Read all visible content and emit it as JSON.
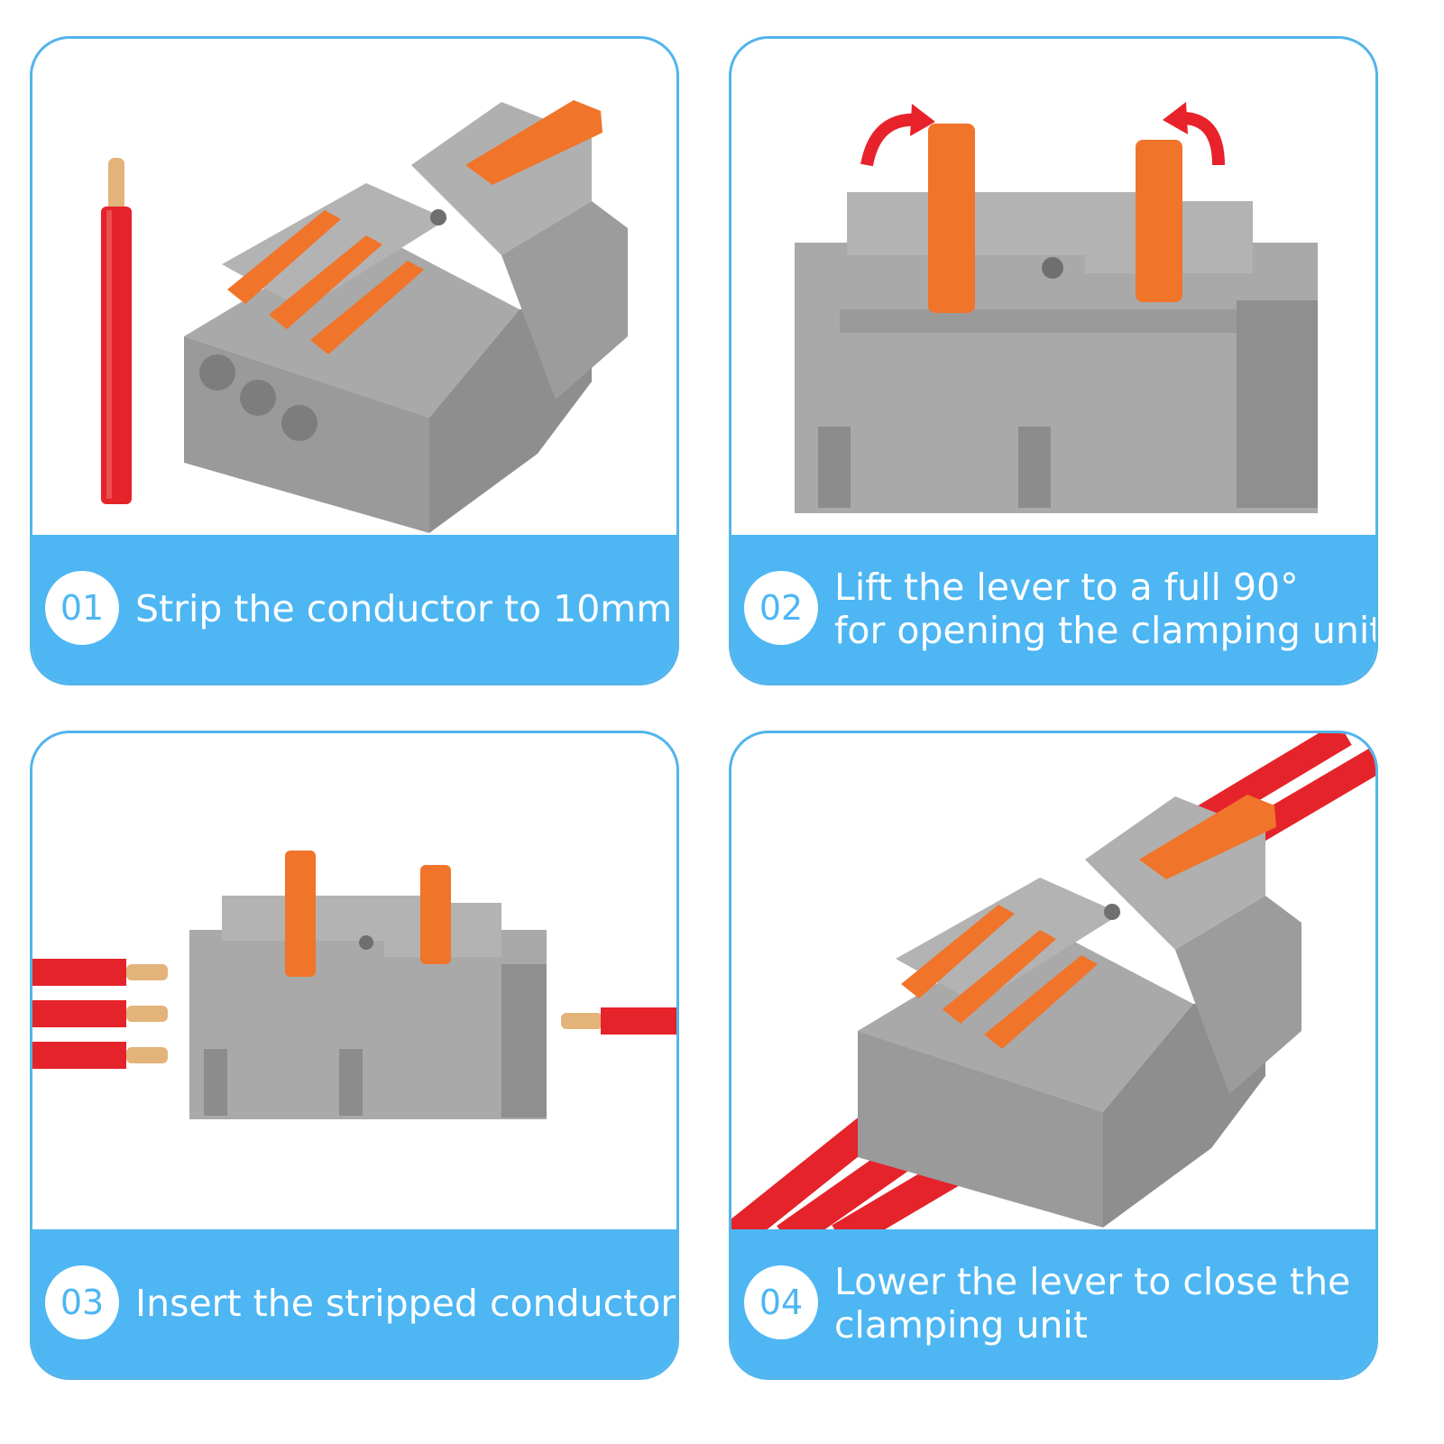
{
  "steps": [
    {
      "number": "01",
      "line1": "Strip the conductor to 10mm",
      "line2": ""
    },
    {
      "number": "02",
      "line1": "Lift the lever to a full 90°",
      "line2": "for opening the clamping unit"
    },
    {
      "number": "03",
      "line1": "Insert the stripped conductor",
      "line2": ""
    },
    {
      "number": "04",
      "line1": "Lower the lever to close the",
      "line2": "clamping unit"
    }
  ],
  "colors": {
    "band": "#4db6f3",
    "border": "#52b4ec",
    "housing": "#a9a9a9",
    "lever": "#f0742a",
    "wire": "#e5232a",
    "copper": "#e3b37a",
    "arrow": "#e8222a"
  }
}
